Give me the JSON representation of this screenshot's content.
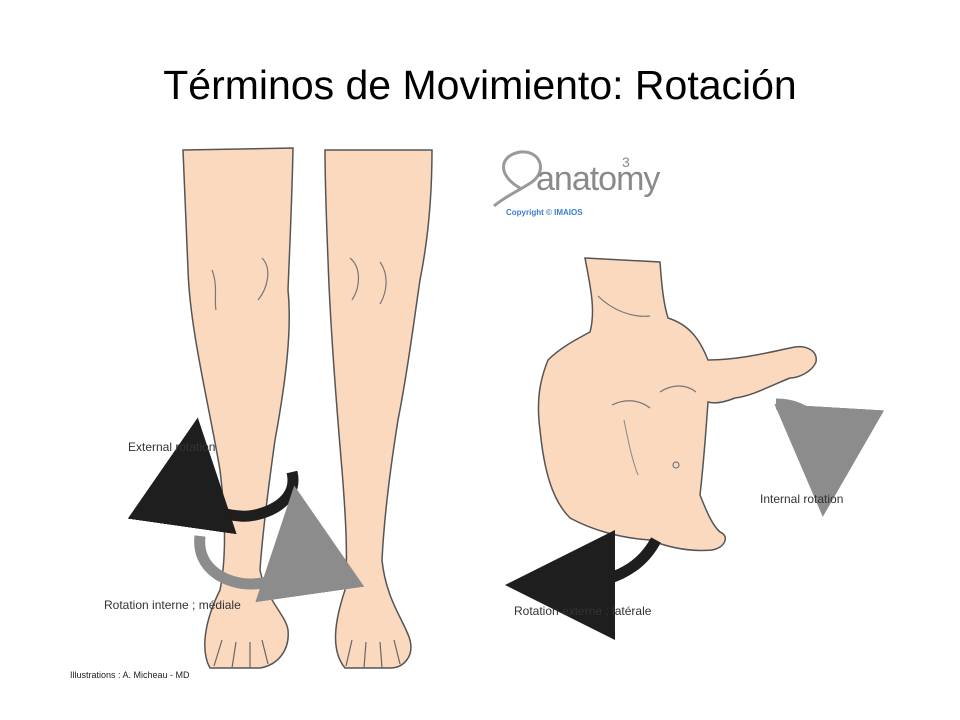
{
  "slide": {
    "title": "Términos de Movimiento: Rotación"
  },
  "logo": {
    "text": "anatomy",
    "superscript": "3",
    "copyright": "Copyright © IMAIOS"
  },
  "labels": {
    "external_rotation": "External rotation",
    "rotation_interne": "Rotation interne ; médiale",
    "internal_rotation": "Internal rotation",
    "rotation_externe": "Rotation externe ; latérale"
  },
  "credit": "Illustrations : A. Micheau - MD",
  "colors": {
    "skin": "#fbd9bf",
    "outline": "#555555",
    "arrow_dark": "#1e1e1e",
    "arrow_gray": "#8c8c8c",
    "logo_blue": "#3b7cd1"
  }
}
